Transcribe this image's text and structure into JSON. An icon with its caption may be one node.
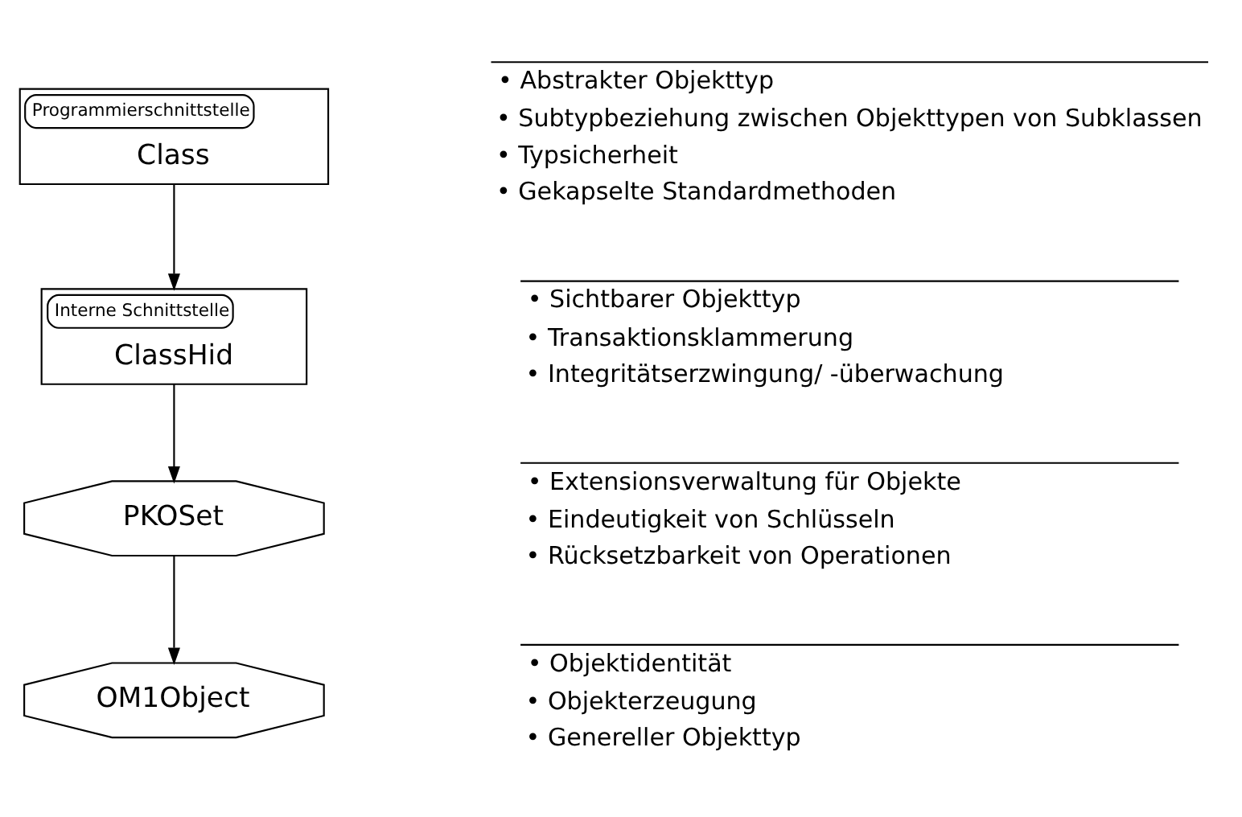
{
  "diagram": {
    "nodes": [
      {
        "text": [
          "Programmierschnittstelle",
          "Class"
        ]
      },
      {
        "text": [
          "Interne Schnittstelle",
          "ClassHid"
        ]
      },
      {
        "text": [
          "PKOSet"
        ]
      },
      {
        "text": [
          "OM1Object"
        ]
      }
    ],
    "edges": [
      {
        "from": 0,
        "to": 1,
        "arrow": "to"
      },
      {
        "from": 1,
        "to": 2,
        "arrow": "to"
      },
      {
        "from": 2,
        "to": 3,
        "arrow": "to"
      }
    ],
    "labels": [
      "• Abstrakter Objekttyp",
      "• Subtypbeziehung zwischen Objekttypen von Subklassen",
      "• Typsicherheit",
      "• Gekapselte Standardmethoden",
      "• Sichtbarer Objekttyp",
      "• Transaktionsklammerung",
      "• Integritätserzwingung/ -überwachung",
      "• Extensionsverwaltung für Objekte",
      "• Eindeutigkeit von Schlüsseln",
      "• Rücksetzbarkeit von Operationen",
      "• Objektidentität",
      "• Objekterzeugung",
      "• Genereller Objekttyp"
    ]
  }
}
